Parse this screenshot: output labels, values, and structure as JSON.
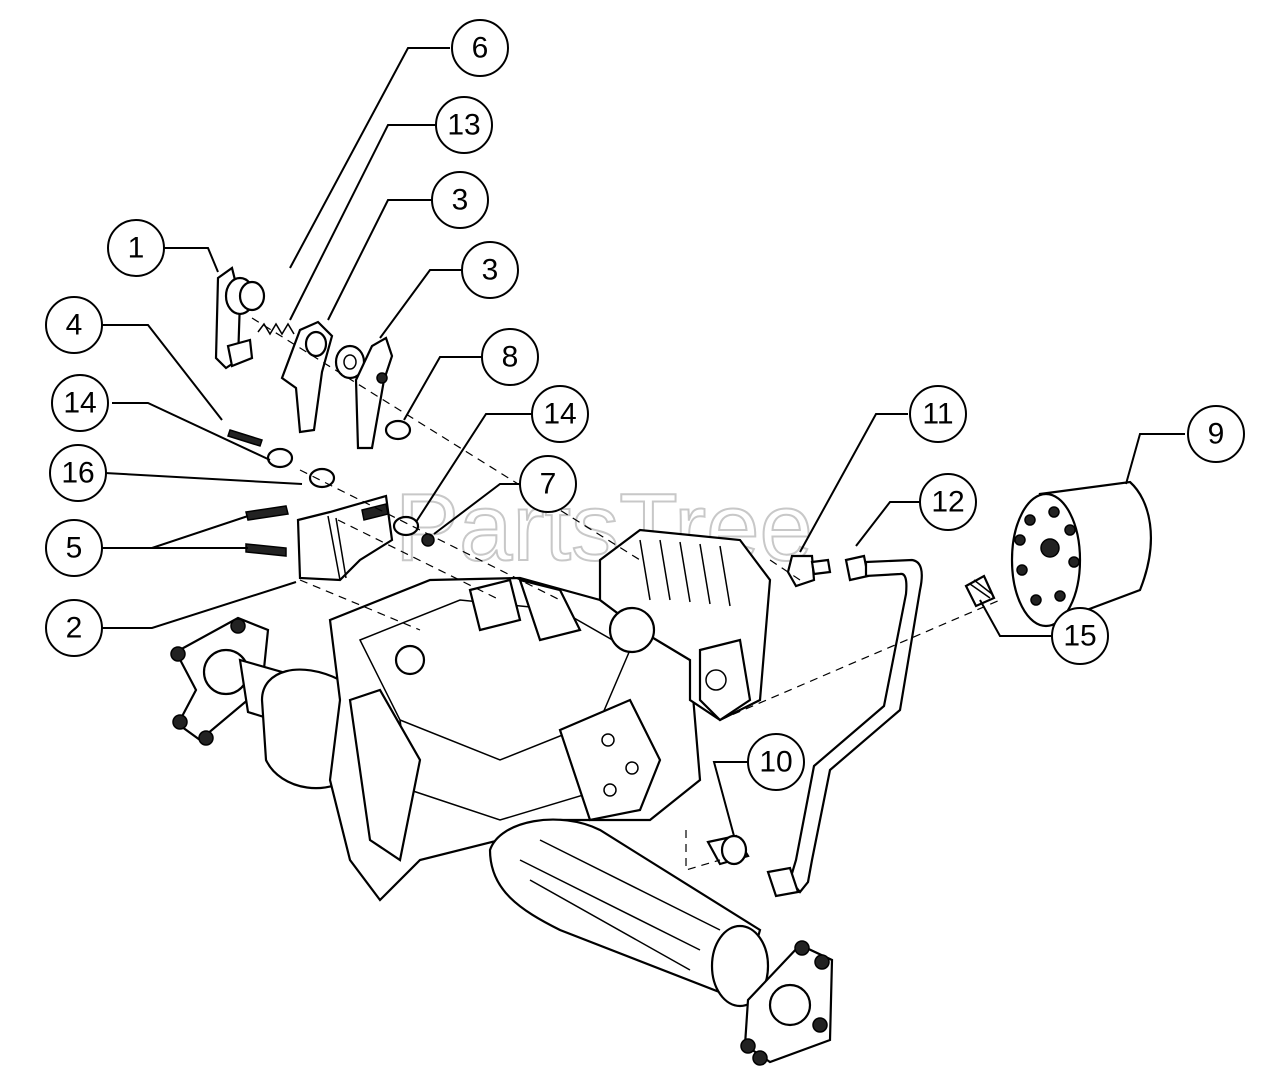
{
  "watermark": "PartsTree",
  "callouts": [
    {
      "id": "c1",
      "label": "1"
    },
    {
      "id": "c2",
      "label": "2"
    },
    {
      "id": "c3a",
      "label": "3"
    },
    {
      "id": "c3b",
      "label": "3"
    },
    {
      "id": "c4",
      "label": "4"
    },
    {
      "id": "c5",
      "label": "5"
    },
    {
      "id": "c6",
      "label": "6"
    },
    {
      "id": "c7",
      "label": "7"
    },
    {
      "id": "c8",
      "label": "8"
    },
    {
      "id": "c9",
      "label": "9"
    },
    {
      "id": "c10",
      "label": "10"
    },
    {
      "id": "c11",
      "label": "11"
    },
    {
      "id": "c12",
      "label": "12"
    },
    {
      "id": "c13",
      "label": "13"
    },
    {
      "id": "c14a",
      "label": "14"
    },
    {
      "id": "c14b",
      "label": "14"
    },
    {
      "id": "c15",
      "label": "15"
    },
    {
      "id": "c16",
      "label": "16"
    }
  ]
}
